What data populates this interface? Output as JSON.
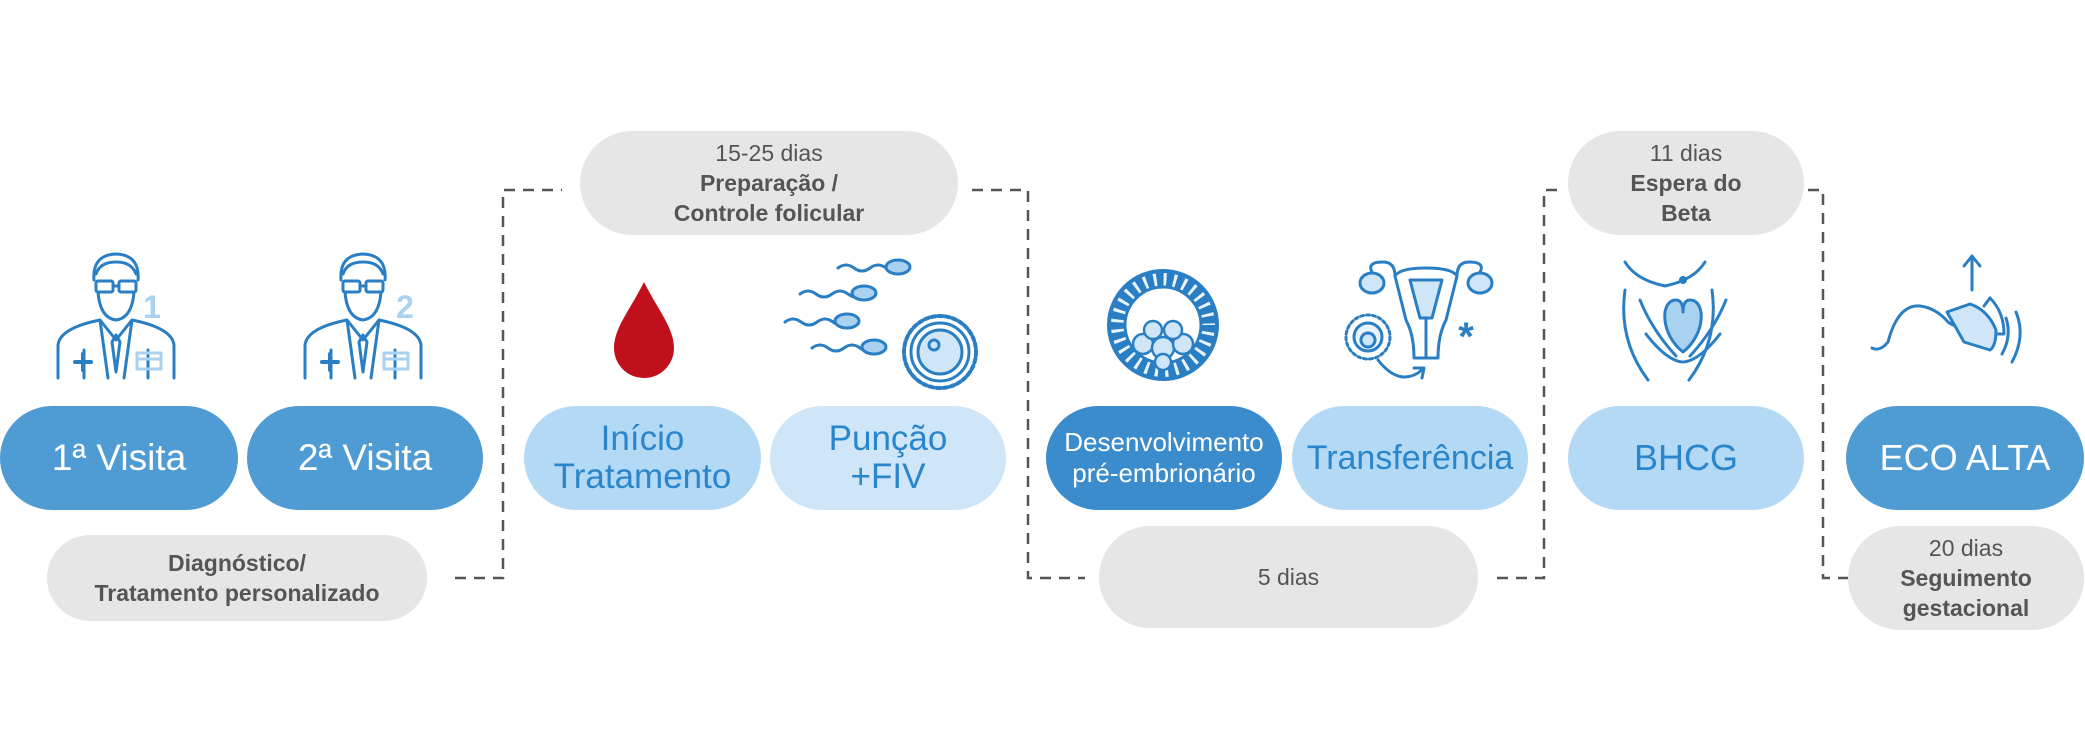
{
  "steps": {
    "visit1": {
      "label": "1ª Visita"
    },
    "visit2": {
      "label": "2ª Visita"
    },
    "start_treatment": {
      "label": "Início Tratamento"
    },
    "puncture": {
      "label_line1": "Punção",
      "label_line2": "+FIV"
    },
    "development": {
      "label_line1": "Desenvolvimento",
      "label_line2": "pré-embrionário"
    },
    "transfer": {
      "label": "Transferência"
    },
    "bhcg": {
      "label": "BHCG"
    },
    "eco": {
      "label": "ECO ALTA"
    }
  },
  "phases": {
    "diagnosis": {
      "line1": "Diagnóstico/",
      "line2": "Tratamento personalizado"
    },
    "preparation": {
      "duration": "15-25 dias",
      "line1": "Preparação /",
      "line2": "Controle folicular"
    },
    "development": {
      "duration": "5 dias"
    },
    "beta_wait": {
      "duration": "11 dias",
      "line1": "Espera do",
      "line2": "Beta"
    },
    "gestational": {
      "duration": "20 dias",
      "line1": "Seguimento",
      "line2": "gestacional"
    }
  },
  "icons": {
    "doctor_number_1": "1",
    "doctor_number_2": "2",
    "asterisk": "*"
  },
  "colors": {
    "dark_blue": "#4f9bd4",
    "medium_blue": "#3b8ccd",
    "light_blue": "#b3d9f5",
    "lighter_blue": "#cfe6f8",
    "gray_pill": "#e6e6e6",
    "icon_blue": "#2a7fc4",
    "icon_light_blue": "#a9d2f1",
    "blood_red": "#c0101c",
    "dashed_line": "#555555"
  }
}
